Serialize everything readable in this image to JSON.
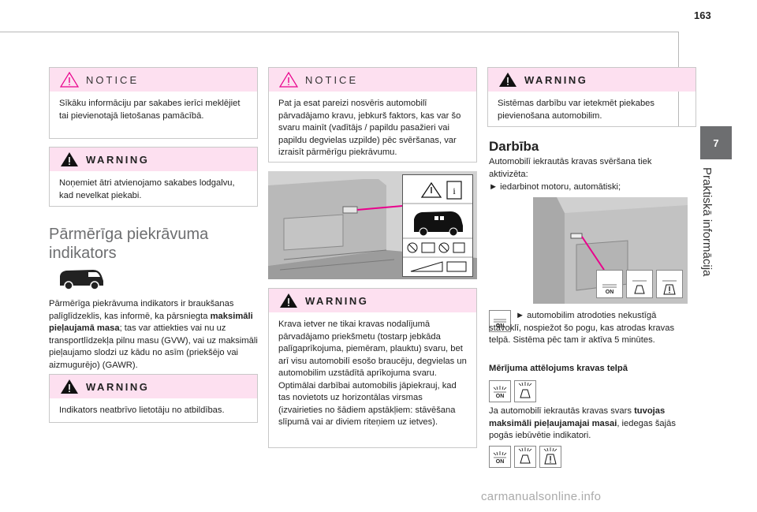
{
  "page": {
    "number": "163",
    "chapter_number": "7",
    "chapter_title": "Praktiskā informācija"
  },
  "col1": {
    "notice": {
      "label": "NOTICE",
      "text": "Sīkāku informāciju par sakabes ierīci meklējiet tai pievienotajā lietošanas pamācībā."
    },
    "warning1": {
      "label": "WARNING",
      "text": "Noņemiet ātri atvienojamo sakabes lodgalvu, kad nevelkat piekabi."
    },
    "section_title_line1": "Pārmērīga piekrāvuma",
    "section_title_line2": "indikators",
    "para": {
      "t1": "Pārmērīga piekrāvuma indikators ir braukšanas palīglīdzeklis, kas informē, ka pārsniegta ",
      "b1": "maksimāli pieļaujamā masa",
      "t2": "; tas var attiekties vai nu uz transportlīdzekļa pilnu masu (GVW), vai uz maksimāli pieļaujamo slodzi uz kādu no asīm (priekšējo vai aizmugurējo) (GAWR)."
    },
    "warning2": {
      "label": "WARNING",
      "text": "Indikators neatbrīvo lietotāju no atbildības."
    }
  },
  "col2": {
    "notice": {
      "label": "NOTICE",
      "text": "Pat ja esat pareizi nosvēris automobilī pārvadājamo kravu, jebkurš faktors, kas var šo svaru mainīt (vadītājs / papildu pasažieri vai papildu degvielas uzpilde) pēc svēršanas, var izraisīt pārmērīgu piekrāvumu."
    },
    "warning": {
      "label": "WARNING",
      "text1": "Krava ietver ne tikai kravas nodalījumā pārvadājamo priekšmetu (tostarp jebkāda palīgaprīkojuma, piemēram, plauktu) svaru, bet arī visu automobilī esošo braucēju, degvielas un automobilim uzstādītā aprīkojuma svaru.",
      "text2": "Optimālai darbībai automobilis jāpiekrauj, kad tas novietots uz horizontālas virsmas (izvairieties no šādiem apstākļiem: stāvēšana slīpumā vai ar diviem riteņiem uz ietves)."
    }
  },
  "col3": {
    "warning": {
      "label": "WARNING",
      "text": "Sistēmas darbību var ietekmēt piekabes pievienošana automobilim."
    },
    "heading": "Darbība",
    "intro": "Automobilī iekrautās kravas svēršana tiek aktivizēta:",
    "bullet1": "► iedarbinot motoru, automātiski;",
    "bullet2": "► automobilim atrodoties nekustīgā stāvoklī, nospiežot šo pogu, kas atrodas kravas telpā. Sistēma pēc tam ir aktīva 5 minūtes.",
    "subheading": "Mērījuma attēlojums kravas telpā",
    "loaded_t1": "Ja automobilī iekrautās kravas svars ",
    "loaded_b1": "tuvojas maksimāli pieļaujamajai masai",
    "loaded_t2": ", iedegas šajās pogās iebūvētie indikatori.",
    "on_label": "ON"
  },
  "watermark": "carmanualsonline.info",
  "colors": {
    "accent_pink": "#fde0f0",
    "magenta_line": "#e9008c",
    "tab_gray": "#6d6e70"
  }
}
